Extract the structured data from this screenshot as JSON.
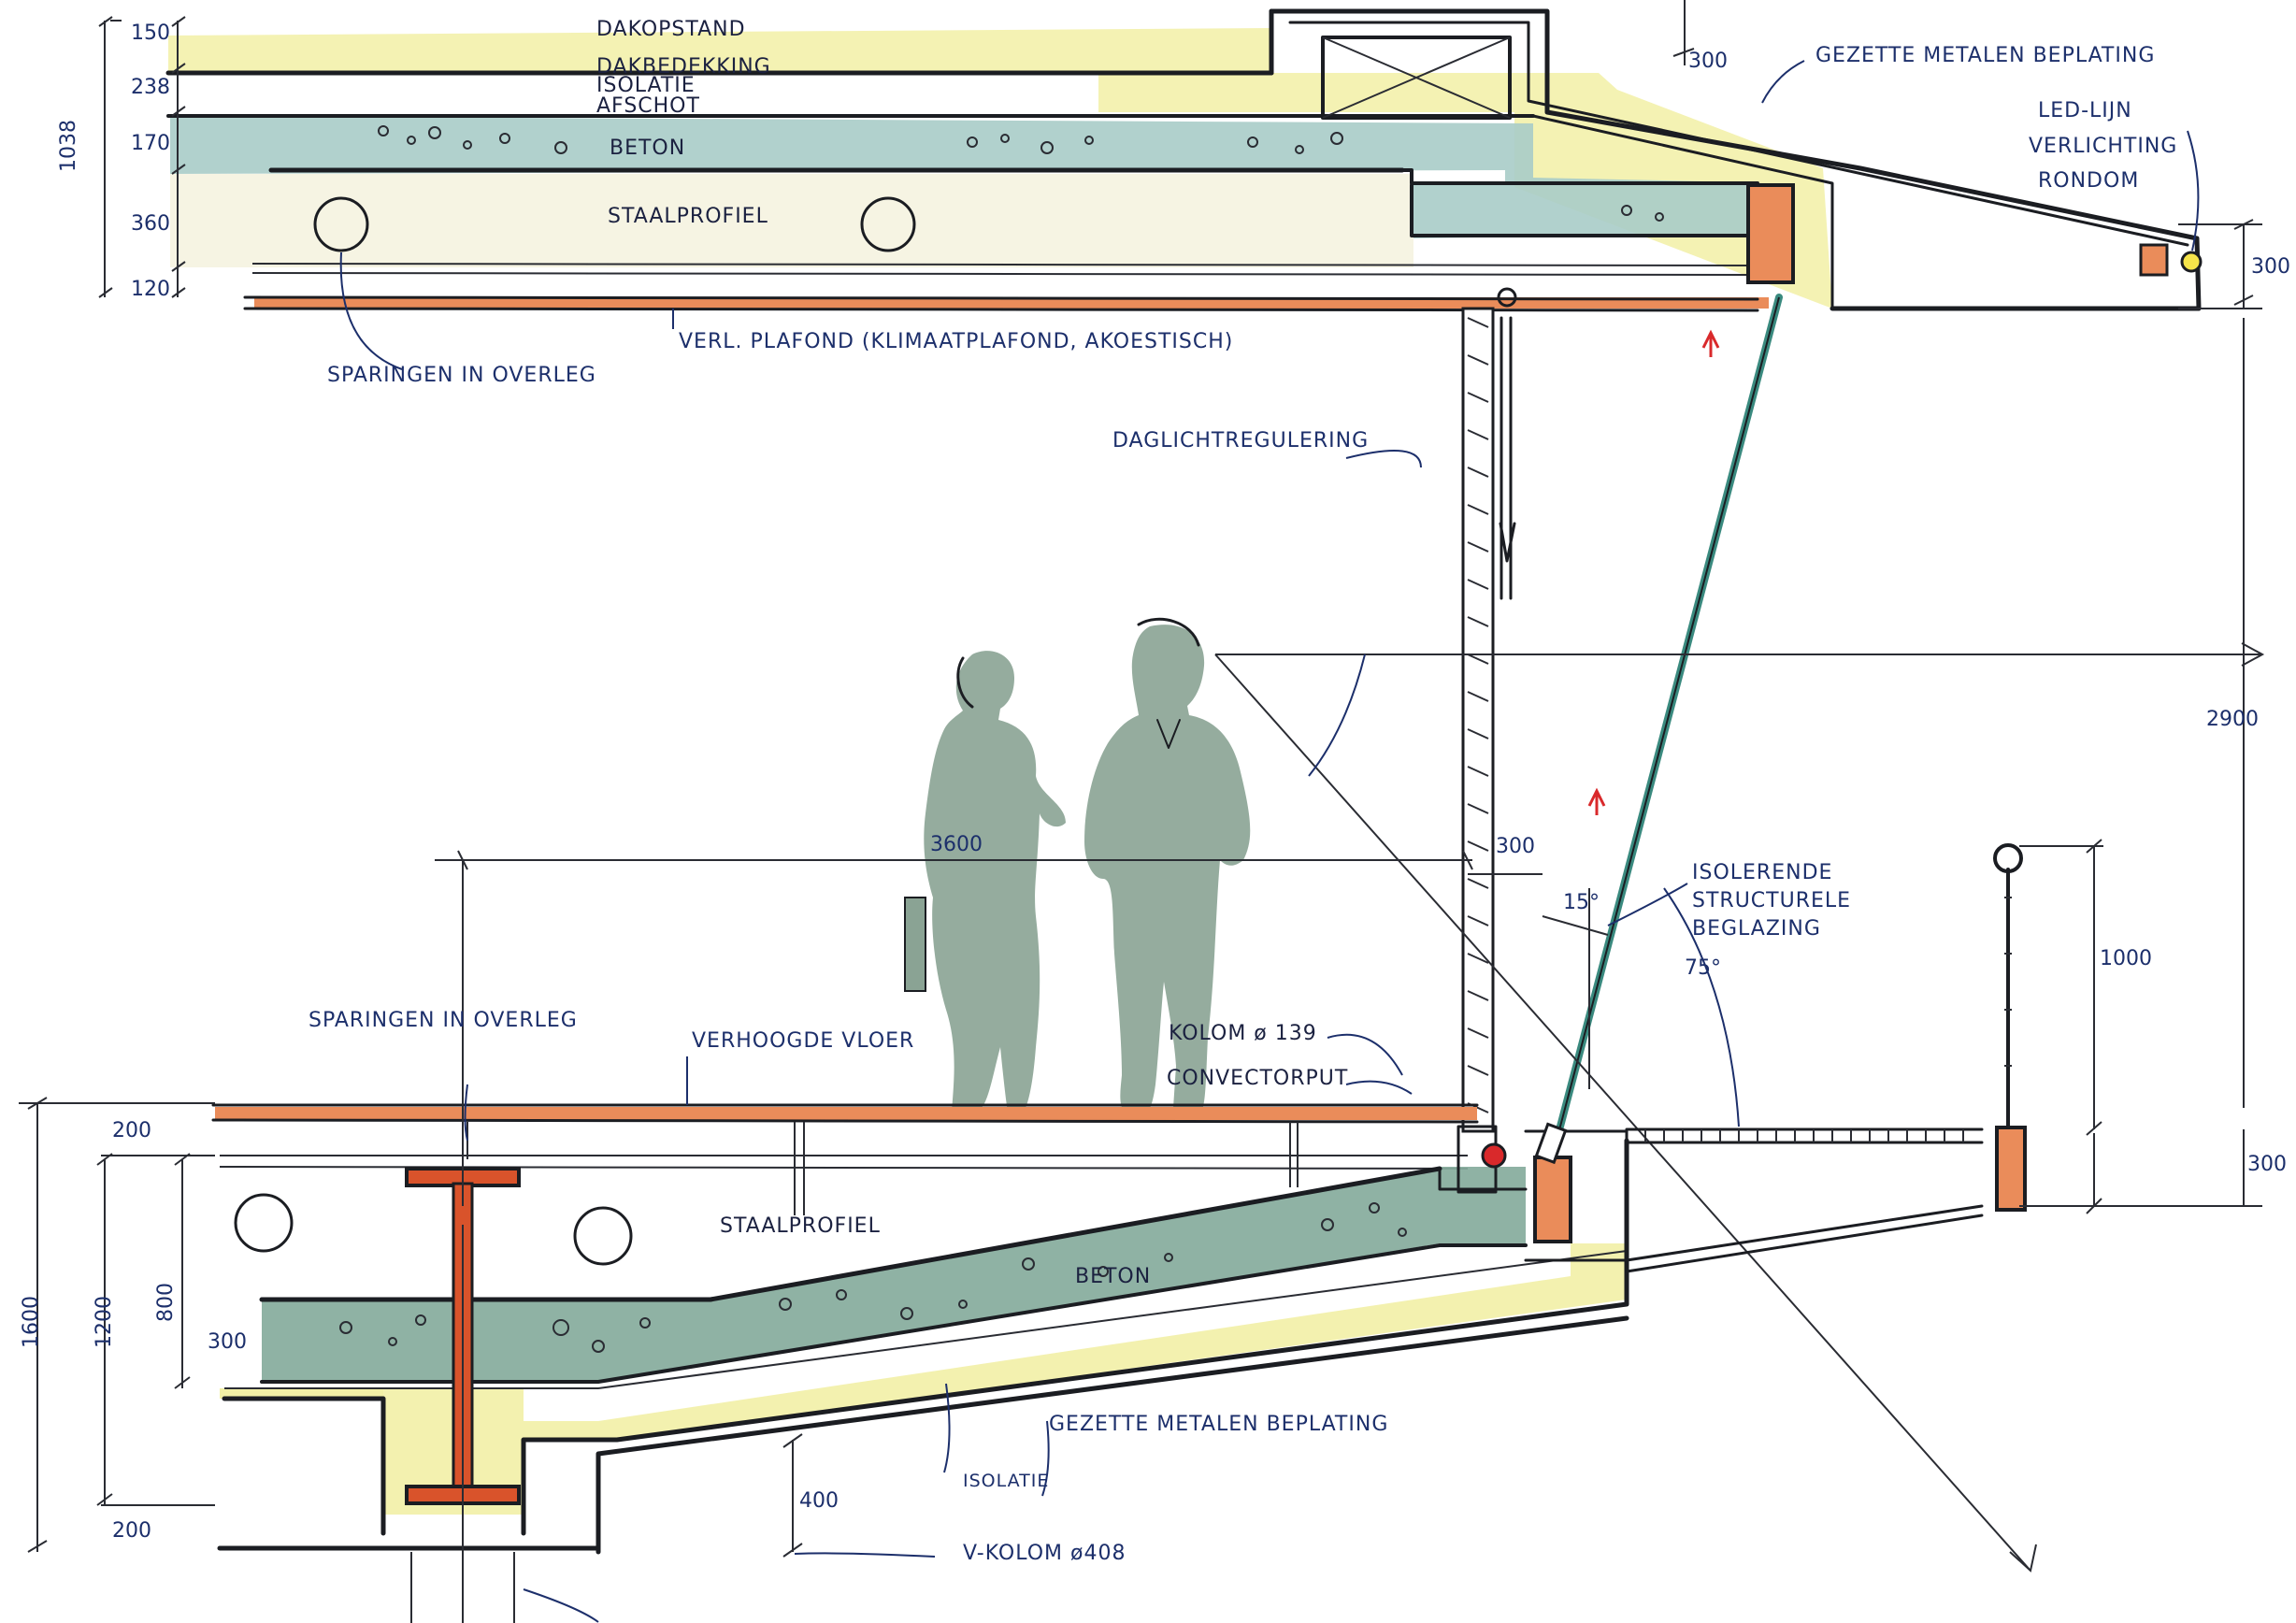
{
  "drawing": {
    "labels": {
      "dakopstand": "DAKOPSTAND",
      "dakbedekking": "DAKBEDEKKING",
      "isolatie_top": "ISOLATIE",
      "afschot": "AFSCHOT",
      "beton_top": "BETON",
      "staalprofiel_top": "STAALPROFIEL",
      "gezette_top": "GEZETTE METALEN BEPLATING",
      "led_1": "LED-LIJN",
      "led_2": "VERLICHTING",
      "led_3": "RONDOM",
      "verl_plafond": "VERL. PLAFOND (KLIMAATPLAFOND, AKOESTISCH)",
      "sparingen_top": "SPARINGEN IN OVERLEG",
      "daglicht": "DAGLICHTREGULERING",
      "isolerende_1": "ISOLERENDE",
      "isolerende_2": "STRUCTURELE",
      "isolerende_3": "BEGLAZING",
      "sparingen_bottom": "SPARINGEN IN OVERLEG",
      "verhoogde_vloer": "VERHOOGDE VLOER",
      "kolom_139": "KOLOM ø 139",
      "convector": "CONVECTORPUT",
      "staalprofiel_bottom": "STAALPROFIEL",
      "beton_bottom": "BETON",
      "gezette_bottom": "GEZETTE METALEN BEPLATING",
      "isolatie_bottom": "ISOLATIE",
      "v_kolom": "V-KOLOM ø408"
    },
    "dimensions": {
      "d150": "150",
      "d238": "238",
      "d170": "170",
      "d360": "360",
      "d120": "120",
      "d1038": "1038",
      "d300_top": "300",
      "d300_right_top": "300",
      "d2900": "2900",
      "d3600": "3600",
      "d300_mid": "300",
      "a15": "15°",
      "a75": "75°",
      "d1000": "1000",
      "d300_right_bottom": "300",
      "d200_top": "200",
      "d1600": "1600",
      "d1200": "1200",
      "d800": "800",
      "d300_left": "300",
      "d200_bottom": "200",
      "d400": "400"
    },
    "colors": {
      "concrete": "#a9ccc8",
      "concrete_lower": "#86ab9c",
      "insulation": "#f2f0a6",
      "timber_orange": "#ea8c5a",
      "steel_red": "#d9532b",
      "figure": "#8aa394",
      "ink": "#1b1d22",
      "label_ink": "#1c2f6b"
    }
  }
}
